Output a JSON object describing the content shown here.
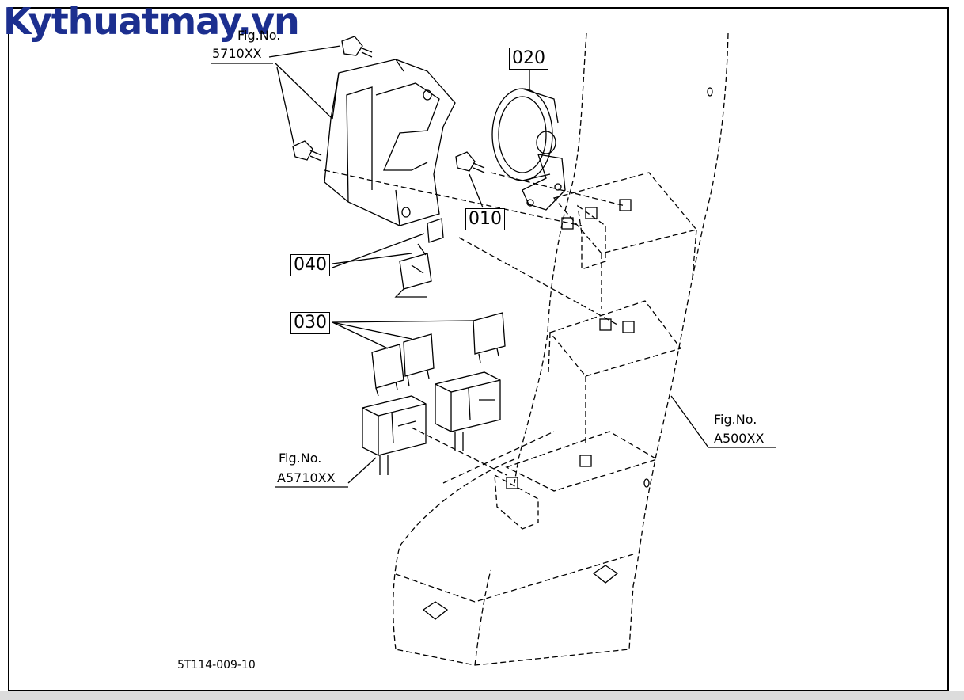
{
  "watermark": "Kythuatmay.vn",
  "callouts": {
    "p010": "010",
    "p020": "020",
    "p030": "030",
    "p040": "040"
  },
  "refs": {
    "top_left_fig": "Fig.No.",
    "top_left_code": "5710XX",
    "right_fig": "Fig.No.",
    "right_code": "A500XX",
    "bottom_fig": "Fig.No.",
    "bottom_code": "A5710XX"
  },
  "drawing_code": "5T114-009-10",
  "colors": {
    "watermark": "#1c2f8f",
    "line": "#000000"
  }
}
